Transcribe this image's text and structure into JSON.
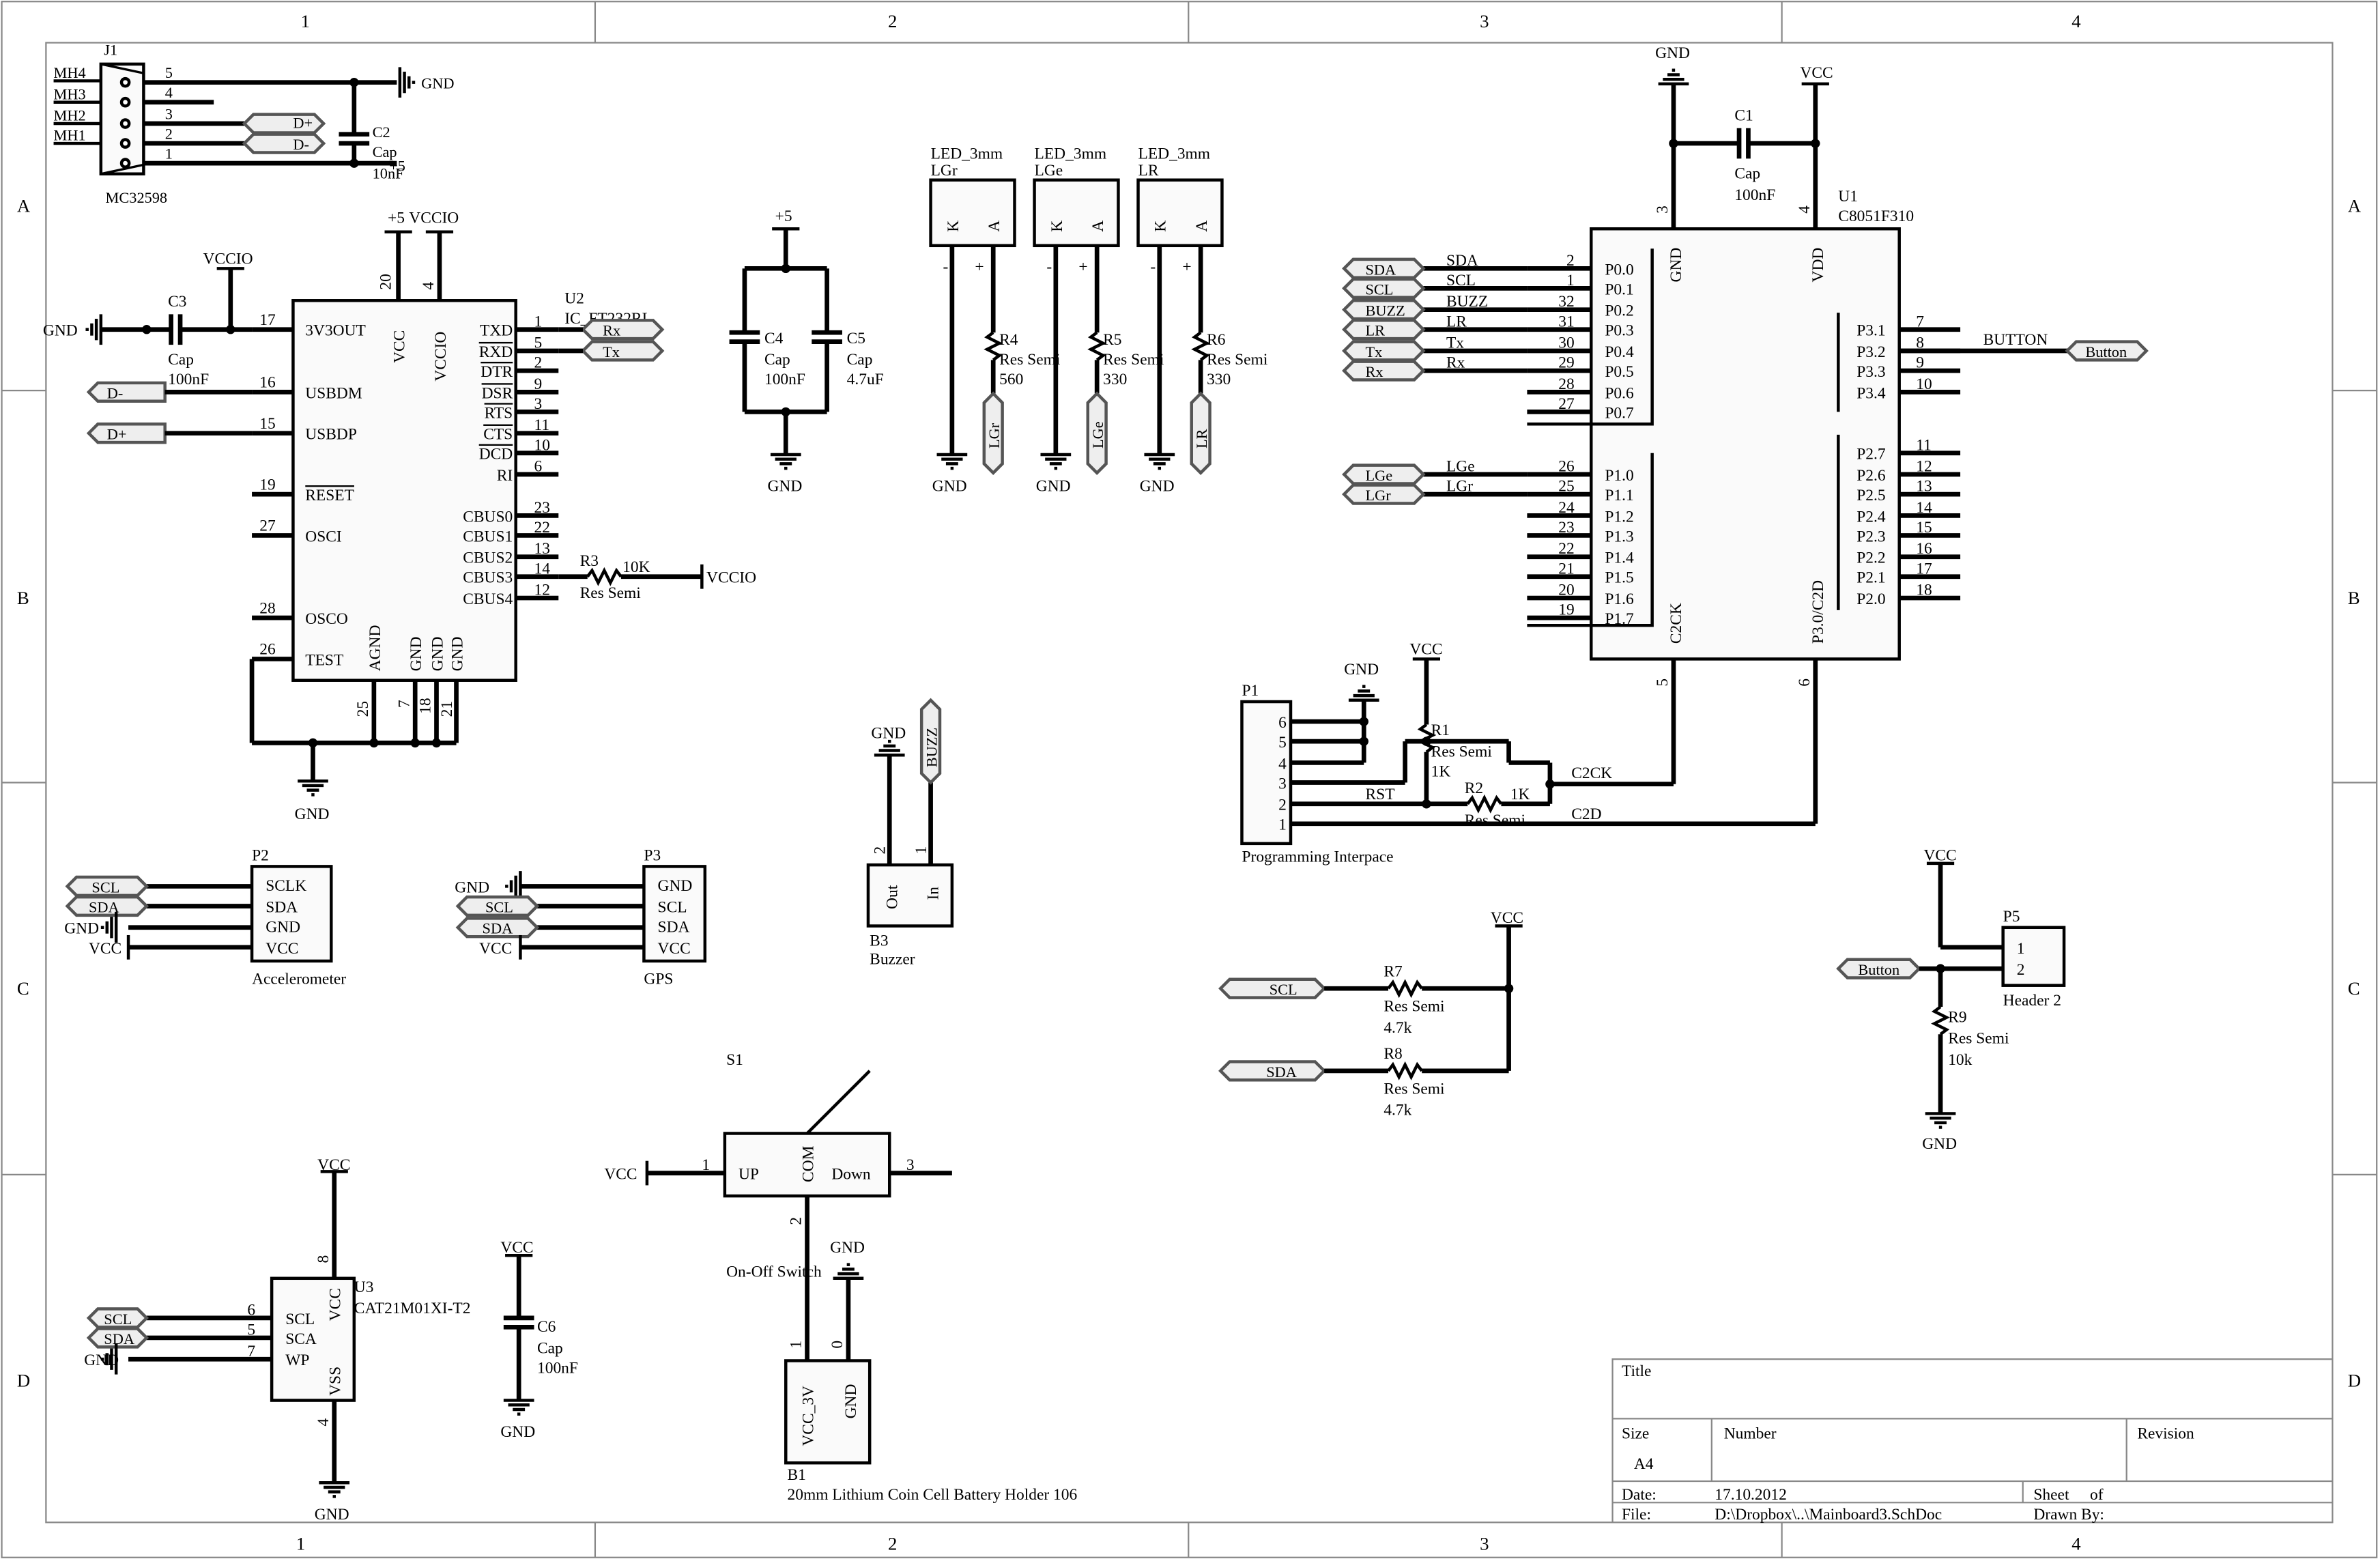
{
  "zones": {
    "cols": [
      "1",
      "2",
      "3",
      "4"
    ],
    "rows": [
      "A",
      "B",
      "C",
      "D"
    ]
  },
  "nets": {
    "gnd": "GND",
    "vcc": "VCC",
    "vccio": "VCCIO",
    "p5": "+5"
  },
  "j1": {
    "ref": "J1",
    "part": "MC32598",
    "mh": [
      "MH4",
      "MH3",
      "MH2",
      "MH1"
    ],
    "pins": [
      "5",
      "4",
      "3",
      "2",
      "1"
    ]
  },
  "c2": {
    "ref": "C2",
    "type": "Cap",
    "value": "10nF"
  },
  "ports": {
    "dplus": "D+",
    "dminus": "D-",
    "rx": "Rx",
    "tx": "Tx",
    "sda": "SDA",
    "scl": "SCL",
    "buzz": "BUZZ",
    "lr": "LR",
    "lge": "LGe",
    "lgr": "LGr",
    "button": "Button"
  },
  "u2": {
    "ref": "U2",
    "part": "IC_FT232RL",
    "left": [
      {
        "num": "17",
        "name": "3V3OUT"
      },
      {
        "num": "16",
        "name": "USBDM"
      },
      {
        "num": "15",
        "name": "USBDP"
      },
      {
        "num": "19",
        "name": "RESET"
      },
      {
        "num": "27",
        "name": "OSCI"
      },
      {
        "num": "28",
        "name": "OSCO"
      },
      {
        "num": "26",
        "name": "TEST"
      }
    ],
    "right": [
      {
        "num": "1",
        "name": "TXD"
      },
      {
        "num": "5",
        "name": "RXD"
      },
      {
        "num": "2",
        "name": "DTR"
      },
      {
        "num": "9",
        "name": "DSR"
      },
      {
        "num": "3",
        "name": "RTS"
      },
      {
        "num": "11",
        "name": "CTS"
      },
      {
        "num": "10",
        "name": "DCD"
      },
      {
        "num": "6",
        "name": "RI"
      },
      {
        "num": "23",
        "name": "CBUS0"
      },
      {
        "num": "22",
        "name": "CBUS1"
      },
      {
        "num": "13",
        "name": "CBUS2"
      },
      {
        "num": "14",
        "name": "CBUS3"
      },
      {
        "num": "12",
        "name": "CBUS4"
      }
    ],
    "top": [
      {
        "num": "20",
        "name": "VCC"
      },
      {
        "num": "4",
        "name": "VCCIO"
      }
    ],
    "bottom": [
      {
        "num": "25",
        "name": "AGND"
      },
      {
        "num": "7",
        "name": "GND"
      },
      {
        "num": "18",
        "name": "GND"
      },
      {
        "num": "21",
        "name": "GND"
      }
    ]
  },
  "c3": {
    "ref": "C3",
    "type": "Cap",
    "value": "100nF"
  },
  "r3": {
    "ref": "R3",
    "value": "10K",
    "type": "Res Semi"
  },
  "c4": {
    "ref": "C4",
    "type": "Cap",
    "value": "100nF"
  },
  "c5": {
    "ref": "C5",
    "type": "Cap",
    "value": "4.7uF"
  },
  "leds": [
    {
      "part": "LED_3mm",
      "ref": "LGr",
      "res": "R4",
      "value": "560",
      "net": "LGr"
    },
    {
      "part": "LED_3mm",
      "ref": "LGe",
      "res": "R5",
      "value": "330",
      "net": "LGe"
    },
    {
      "part": "LED_3mm",
      "ref": "LR",
      "res": "R6",
      "value": "330",
      "net": "LR"
    }
  ],
  "led_pins": {
    "k": "K",
    "a": "A",
    "minus": "-",
    "plus": "+",
    "res_type": "Res Semi"
  },
  "c1": {
    "ref": "C1",
    "type": "Cap",
    "value": "100nF"
  },
  "u1": {
    "ref": "U1",
    "part": "C8051F310",
    "p0": [
      {
        "num": "2",
        "name": "P0.0",
        "net": "SDA"
      },
      {
        "num": "1",
        "name": "P0.1",
        "net": "SCL"
      },
      {
        "num": "32",
        "name": "P0.2",
        "net": "BUZZ"
      },
      {
        "num": "31",
        "name": "P0.3",
        "net": "LR"
      },
      {
        "num": "30",
        "name": "P0.4",
        "net": "Tx"
      },
      {
        "num": "29",
        "name": "P0.5",
        "net": "Rx"
      },
      {
        "num": "28",
        "name": "P0.6",
        "net": ""
      },
      {
        "num": "27",
        "name": "P0.7",
        "net": ""
      }
    ],
    "p1": [
      {
        "num": "26",
        "name": "P1.0",
        "net": "LGe"
      },
      {
        "num": "25",
        "name": "P1.1",
        "net": "LGr"
      },
      {
        "num": "24",
        "name": "P1.2",
        "net": ""
      },
      {
        "num": "23",
        "name": "P1.3",
        "net": ""
      },
      {
        "num": "22",
        "name": "P1.4",
        "net": ""
      },
      {
        "num": "21",
        "name": "P1.5",
        "net": ""
      },
      {
        "num": "20",
        "name": "P1.6",
        "net": ""
      },
      {
        "num": "19",
        "name": "P1.7",
        "net": ""
      }
    ],
    "p3": [
      {
        "num": "7",
        "name": "P3.1"
      },
      {
        "num": "8",
        "name": "P3.2"
      },
      {
        "num": "9",
        "name": "P3.3"
      },
      {
        "num": "10",
        "name": "P3.4"
      }
    ],
    "p2": [
      {
        "num": "11",
        "name": "P2.7"
      },
      {
        "num": "12",
        "name": "P2.6"
      },
      {
        "num": "13",
        "name": "P2.5"
      },
      {
        "num": "14",
        "name": "P2.4"
      },
      {
        "num": "15",
        "name": "P2.3"
      },
      {
        "num": "16",
        "name": "P2.2"
      },
      {
        "num": "17",
        "name": "P2.1"
      },
      {
        "num": "18",
        "name": "P2.0"
      }
    ],
    "gnd": {
      "num": "3",
      "name": "GND"
    },
    "vdd": {
      "num": "4",
      "name": "VDD"
    },
    "c2ck": {
      "num": "5",
      "name": "C2CK"
    },
    "c2d": {
      "num": "6",
      "name": "P3.0/C2D"
    },
    "button_net": "BUTTON"
  },
  "p1": {
    "ref": "P1",
    "label": "Programming Interpace",
    "pins": [
      "6",
      "5",
      "4",
      "3",
      "2",
      "1"
    ],
    "rst": "RST",
    "c2ck": "C2CK",
    "c2d": "C2D"
  },
  "r1": {
    "ref": "R1",
    "type": "Res Semi",
    "value": "1K"
  },
  "r2": {
    "ref": "R2",
    "type": "Res Semi",
    "value": "1K"
  },
  "b3": {
    "ref": "B3",
    "label": "Buzzer",
    "out": "Out",
    "in": "In",
    "pin2": "2",
    "pin1": "1"
  },
  "p2": {
    "ref": "P2",
    "label": "Accelerometer",
    "pins": [
      "SCLK",
      "SDA",
      "GND",
      "VCC"
    ]
  },
  "p3": {
    "ref": "P3",
    "label": "GPS",
    "pins": [
      "GND",
      "SCL",
      "SDA",
      "VCC"
    ]
  },
  "r7": {
    "ref": "R7",
    "type": "Res Semi",
    "value": "4.7k"
  },
  "r8": {
    "ref": "R8",
    "type": "Res Semi",
    "value": "4.7k"
  },
  "p5": {
    "ref": "P5",
    "label": "Header 2",
    "pins": [
      "1",
      "2"
    ]
  },
  "r9": {
    "ref": "R9",
    "type": "Res Semi",
    "value": "10k"
  },
  "s1": {
    "ref": "S1",
    "label": "On-Off Switch",
    "up": "UP",
    "com": "COM",
    "down": "Down",
    "p1": "1",
    "p2": "2",
    "p3": "3"
  },
  "b1": {
    "ref": "B1",
    "label": "20mm Lithium Coin Cell Battery Holder 106",
    "vcc": "VCC_3V",
    "gnd": "GND",
    "p1": "1",
    "p0": "0"
  },
  "u3": {
    "ref": "U3",
    "part": "CAT21M01XI-T2",
    "pins": [
      {
        "num": "6",
        "name": "SCL"
      },
      {
        "num": "5",
        "name": "SCA"
      },
      {
        "num": "7",
        "name": "WP"
      }
    ],
    "vcc": {
      "num": "8",
      "name": "VCC"
    },
    "vss": {
      "num": "4",
      "name": "VSS"
    }
  },
  "c6": {
    "ref": "C6",
    "type": "Cap",
    "value": "100nF"
  },
  "title_block": {
    "title_label": "Title",
    "size_label": "Size",
    "size": "A4",
    "number_label": "Number",
    "revision_label": "Revision",
    "date_label": "Date:",
    "date": "17.10.2012",
    "file_label": "File:",
    "file": "D:\\Dropbox\\..\\Mainboard3.SchDoc",
    "sheet_label": "Sheet",
    "of_label": "of",
    "drawn_label": "Drawn By:"
  }
}
